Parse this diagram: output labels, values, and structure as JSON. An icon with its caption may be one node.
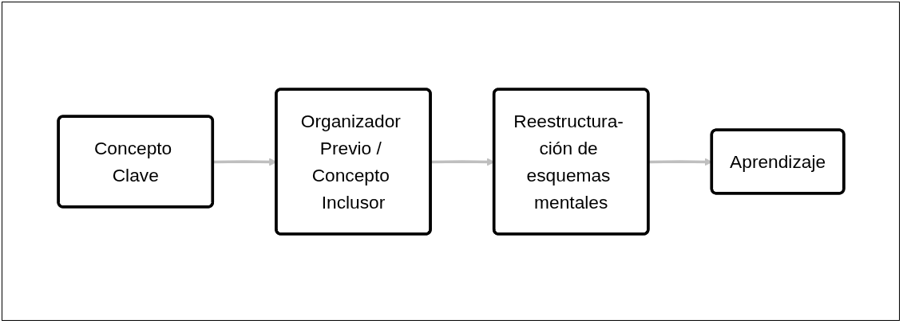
{
  "diagram": {
    "nodes": [
      {
        "text": [
          "Concepto Clave"
        ]
      },
      {
        "text": [
          "Organizador Previo / Concepto Inclusor"
        ]
      },
      {
        "text": [
          "Reestructura- ción de esquemas mentales"
        ]
      },
      {
        "text": [
          "Aprendizaje"
        ]
      }
    ],
    "edges": [
      {
        "from": 0,
        "to": 1,
        "arrow": "to"
      },
      {
        "from": 1,
        "to": 2,
        "arrow": "to"
      },
      {
        "from": 2,
        "to": 3,
        "arrow": "to"
      }
    ]
  }
}
